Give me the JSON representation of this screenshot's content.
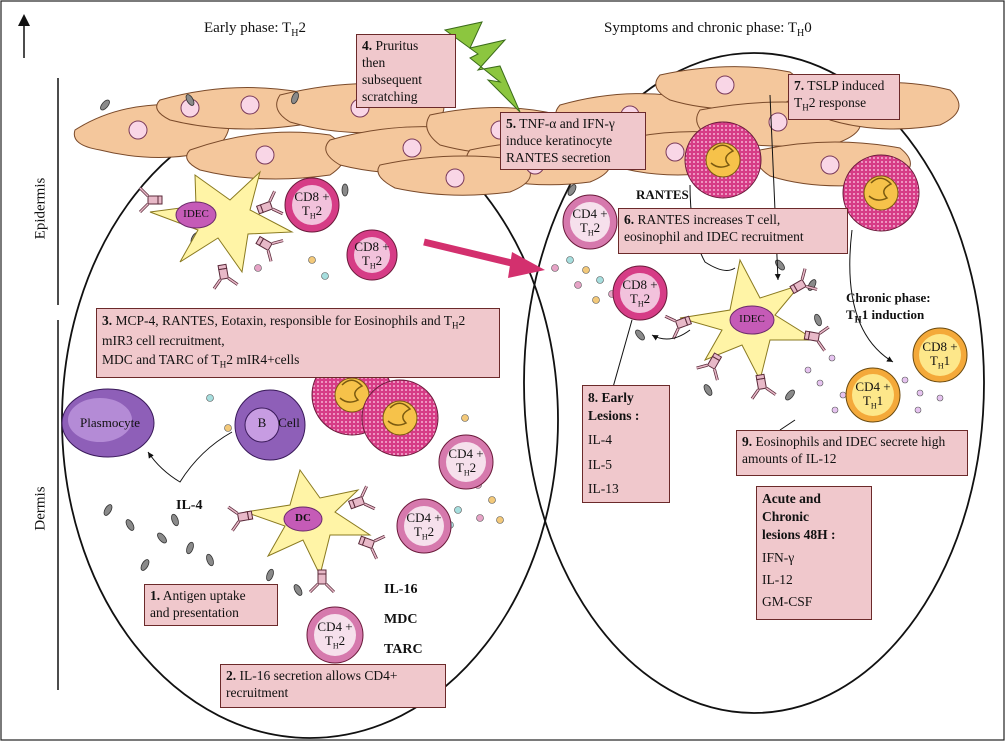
{
  "headers": {
    "early_prefix": "Early phase: T",
    "early_sub": "H",
    "early_suffix": "2",
    "chronic_prefix": "Symptoms and chronic phase: T",
    "chronic_sub": "H",
    "chronic_suffix": "0"
  },
  "side_labels": {
    "epidermis": "Epidermis",
    "dermis": "Dermis"
  },
  "cells": {
    "idec": "IDEC",
    "idec_right": "IDEC",
    "dc": "DC",
    "plasmocyte": "Plasmocyte",
    "bcell_b": "B",
    "bcell_cell": "Cell",
    "cd8_prefix": "CD8 +",
    "cd4_prefix": "CD4 +",
    "t_letter": "T",
    "h_sub": "H",
    "th2_suffix": "2",
    "th1_suffix": "1"
  },
  "labels": {
    "il4": "IL-4",
    "il16": "IL-16",
    "mdc": "MDC",
    "tarc": "TARC",
    "rantes": "RANTES",
    "chronic_line1": "Chronic phase:",
    "chronic_line2_prefix": "T",
    "chronic_line2_sub": "H",
    "chronic_line2_suffix": "1 induction"
  },
  "boxes": {
    "b1": {
      "num": "1.",
      "line1": "Antigen uptake",
      "line2": "and presentation"
    },
    "b2": {
      "num": "2.",
      "line1": "IL-16 secretion allows CD4+",
      "line2": "recruitment"
    },
    "b3": {
      "num": "3.",
      "line1_a": "MCP-4, RANTES, Eotaxin, responsible for Eosinophils and T",
      "line1_sub": "H",
      "line1_b": "2",
      "line2": "mIR3 cell recruitment,",
      "line3_a": "MDC and TARC of T",
      "line3_sub": "H",
      "line3_b": "2 mIR4+cells"
    },
    "b4": {
      "num": "4.",
      "line1": "Pruritus",
      "line2": "then",
      "line3": "subsequent",
      "line4": "scratching"
    },
    "b5": {
      "num": "5.",
      "line1": "TNF-α and IFN-γ",
      "line2": "induce keratinocyte",
      "line3": "RANTES secretion"
    },
    "b6": {
      "num": "6.",
      "line1": "RANTES increases T cell,",
      "line2": "eosinophil and IDEC recruitment"
    },
    "b7": {
      "num": "7.",
      "line1": "TSLP induced",
      "line2_prefix": "T",
      "line2_sub": "H",
      "line2_suffix": "2 response"
    },
    "b8": {
      "title1": "8. Early",
      "title2": "Lesions :",
      "items": [
        "IL-4",
        "IL-5",
        "IL-13"
      ]
    },
    "b9": {
      "num": "9.",
      "line1": "Eosinophils and IDEC secrete high",
      "line2": "amounts of IL-12"
    },
    "b10": {
      "title1": "Acute and",
      "title2": "Chronic",
      "title3": "lesions 48H :",
      "items": [
        "IFN-γ",
        "IL-12",
        "GM-CSF"
      ]
    }
  },
  "colors": {
    "keratinocyte": "#f4c79c",
    "eosinophil": "#d63c86",
    "cd_cell_fill": "#f2c2dc",
    "th1_cell": "#fde78a",
    "plasmocyte": "#8e5fb8",
    "box_fill": "#f0c8cc",
    "arrow_magenta": "#d3306e",
    "lightning": "#8cc63f"
  }
}
